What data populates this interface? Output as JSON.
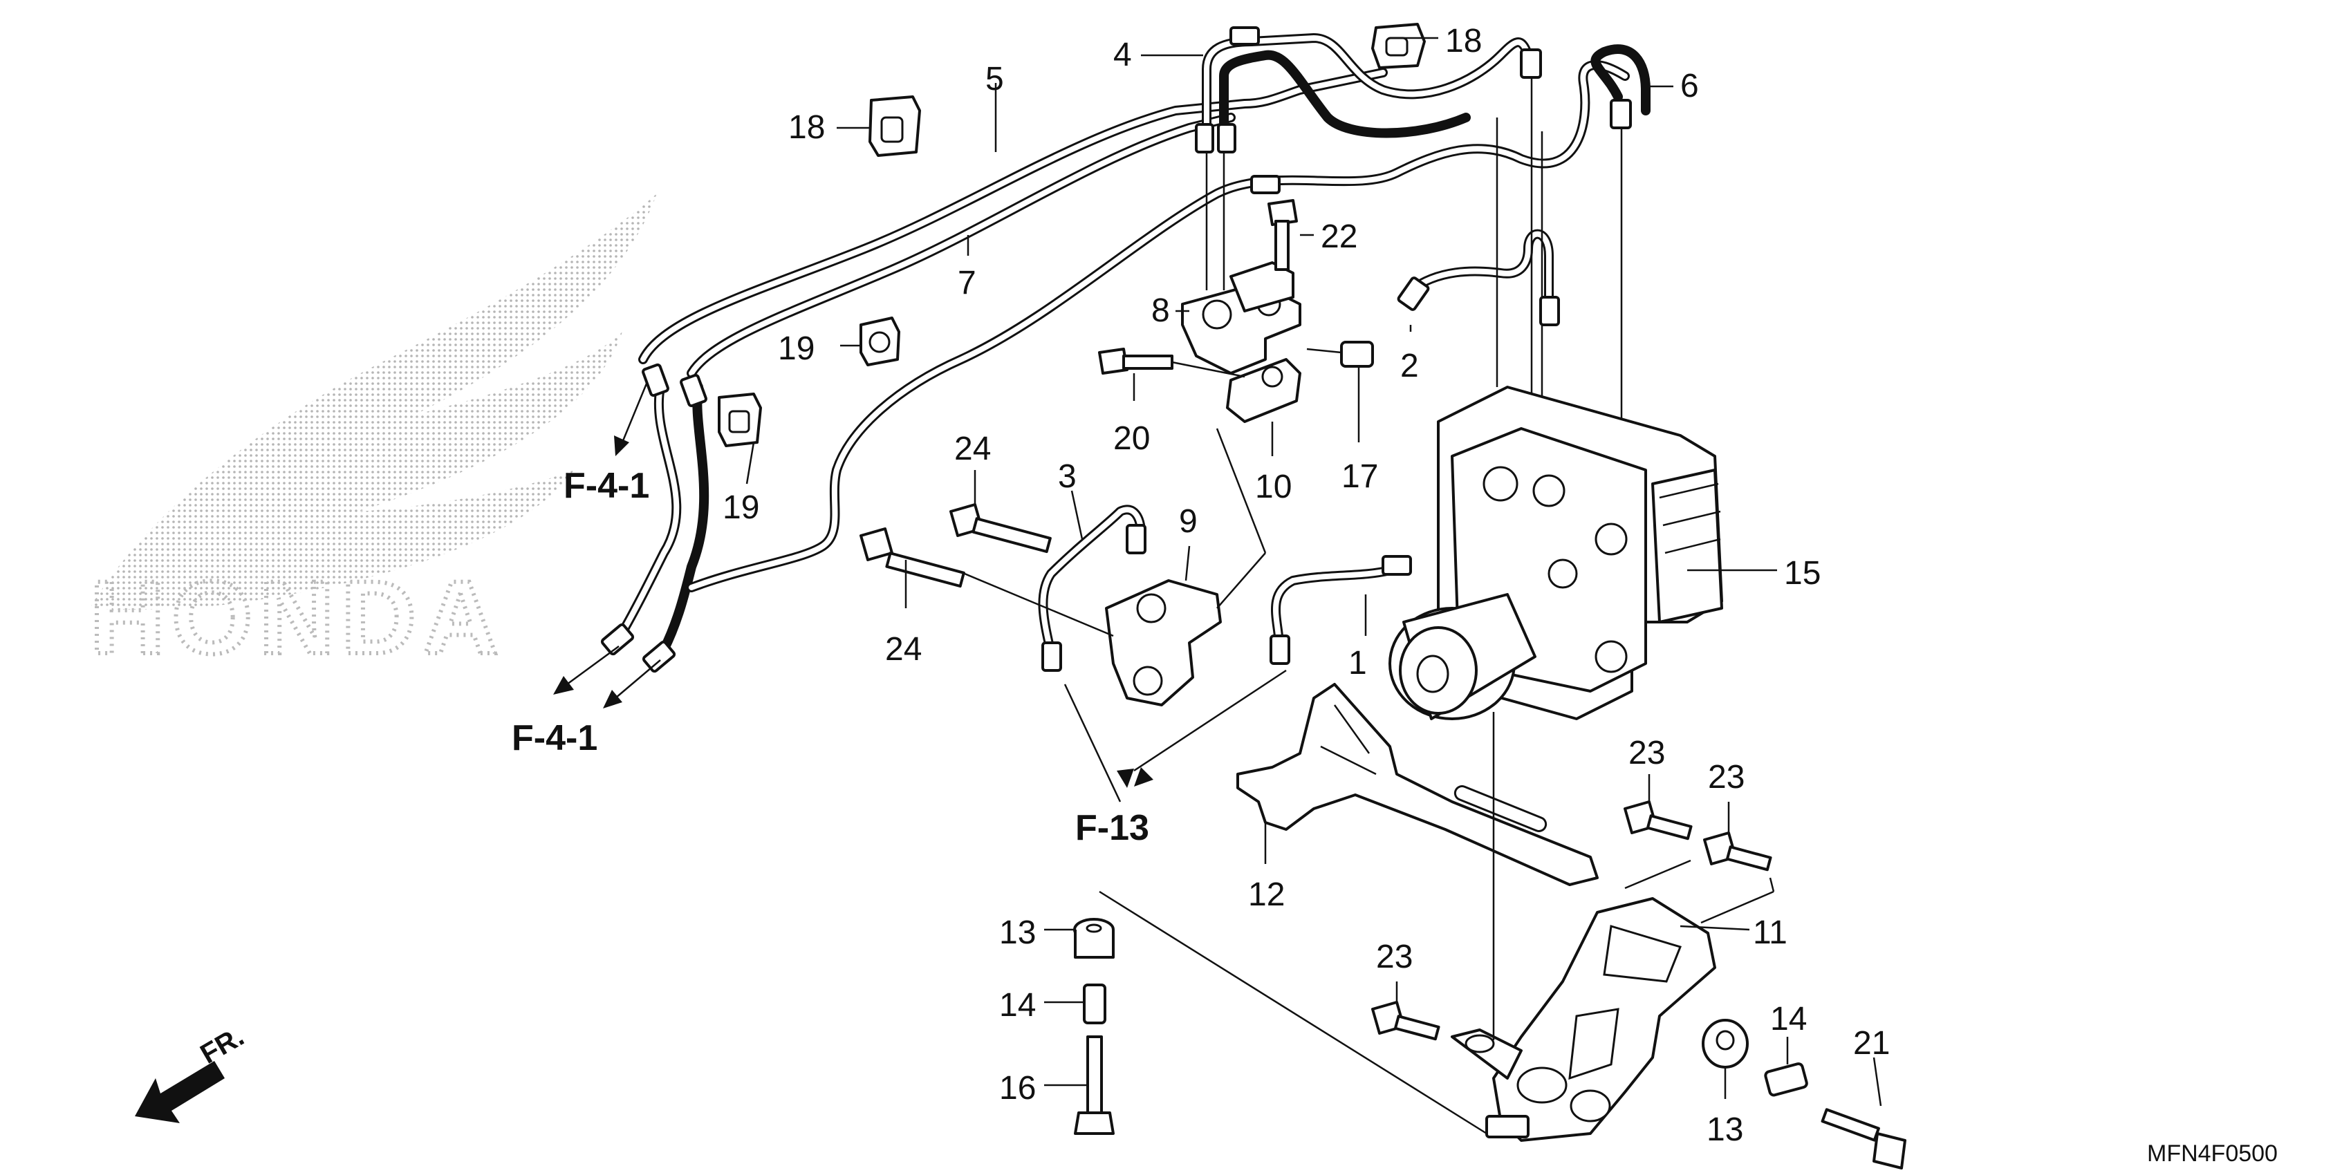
{
  "diagram": {
    "callouts": {
      "c1": "1",
      "c2": "2",
      "c3": "3",
      "c4": "4",
      "c5": "5",
      "c6": "6",
      "c7": "7",
      "c8": "8",
      "c9": "9",
      "c10": "10",
      "c11": "11",
      "c12": "12",
      "c13a": "13",
      "c13b": "13",
      "c14a": "14",
      "c14b": "14",
      "c15": "15",
      "c16": "16",
      "c17": "17",
      "c18a": "18",
      "c18b": "18",
      "c19a": "19",
      "c19b": "19",
      "c20": "20",
      "c21": "21",
      "c22": "22",
      "c23a": "23",
      "c23b": "23",
      "c23c": "23",
      "c24a": "24",
      "c24b": "24"
    },
    "refs": {
      "f41_upper": "F-4-1",
      "f41_lower": "F-4-1",
      "f13": "F-13"
    },
    "watermark_text": "HONDA",
    "direction_label": "FR.",
    "diagram_code": "MFN4F0500"
  }
}
